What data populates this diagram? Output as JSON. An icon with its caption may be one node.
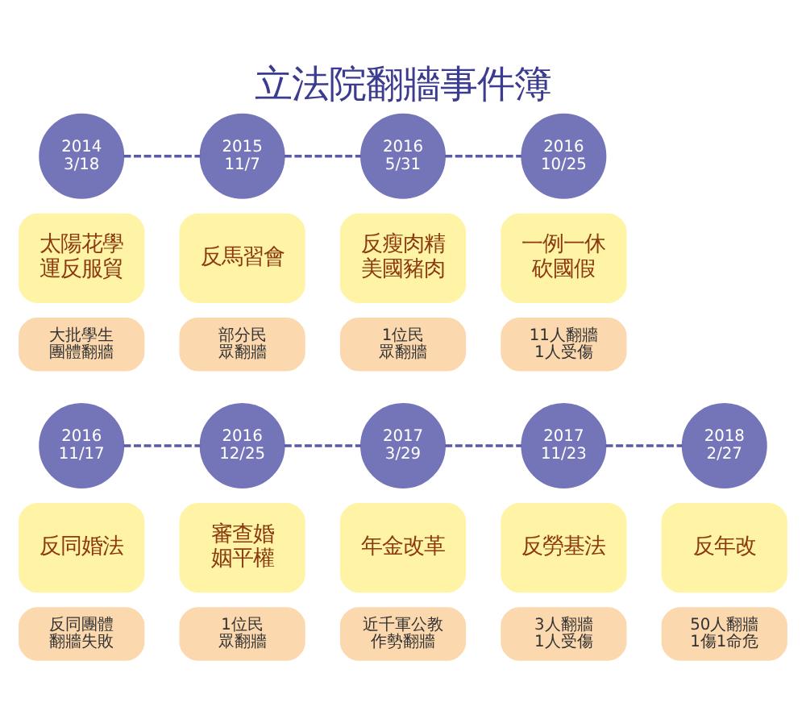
{
  "diagram": {
    "title": "立法院翻牆事件簿",
    "nodes": [
      {
        "text": [
          "2014 3/18"
        ]
      },
      {
        "text": [
          "2015 11/7"
        ]
      },
      {
        "text": [
          "2016 5/31"
        ]
      },
      {
        "text": [
          "2016 10/25"
        ]
      },
      {
        "text": [
          "太陽花學運反服貿"
        ]
      },
      {
        "text": [
          "反馬習會"
        ]
      },
      {
        "text": [
          "反瘦肉精美國豬肉"
        ]
      },
      {
        "text": [
          "一例一休砍國假"
        ]
      },
      {
        "text": [
          "大批學生團體翻牆"
        ]
      },
      {
        "text": [
          "部分民眾翻牆"
        ]
      },
      {
        "text": [
          "1位民眾翻牆"
        ]
      },
      {
        "text": [
          "11人翻牆1人受傷"
        ]
      },
      {
        "text": [
          "2016 11/17"
        ]
      },
      {
        "text": [
          "2016 12/25"
        ]
      },
      {
        "text": [
          "2017 3/29"
        ]
      },
      {
        "text": [
          "2017 11/23"
        ]
      },
      {
        "text": [
          "2018 2/27"
        ]
      },
      {
        "text": [
          "反同婚法"
        ]
      },
      {
        "text": [
          "審查婚姻平權"
        ]
      },
      {
        "text": [
          "年金改革"
        ]
      },
      {
        "text": [
          "反勞基法"
        ]
      },
      {
        "text": [
          "反年改"
        ]
      },
      {
        "text": [
          "反同團體翻牆失敗"
        ]
      },
      {
        "text": [
          "1位民眾翻牆"
        ]
      },
      {
        "text": [
          "近千軍公教作勢翻牆"
        ]
      },
      {
        "text": [
          "3人翻牆1人受傷"
        ]
      },
      {
        "text": [
          "50人翻牆1傷1命危"
        ]
      }
    ],
    "edges": [
      {
        "from": 0,
        "to": 1,
        "arrow": "none",
        "style": "dashed"
      },
      {
        "from": 1,
        "to": 2,
        "arrow": "none",
        "style": "dashed"
      },
      {
        "from": 2,
        "to": 3,
        "arrow": "none",
        "style": "dashed"
      },
      {
        "from": 12,
        "to": 13,
        "arrow": "none",
        "style": "dashed"
      },
      {
        "from": 13,
        "to": 14,
        "arrow": "none",
        "style": "dashed"
      },
      {
        "from": 14,
        "to": 15,
        "arrow": "none",
        "style": "dashed"
      },
      {
        "from": 15,
        "to": 16,
        "arrow": "none",
        "style": "dashed"
      }
    ]
  }
}
